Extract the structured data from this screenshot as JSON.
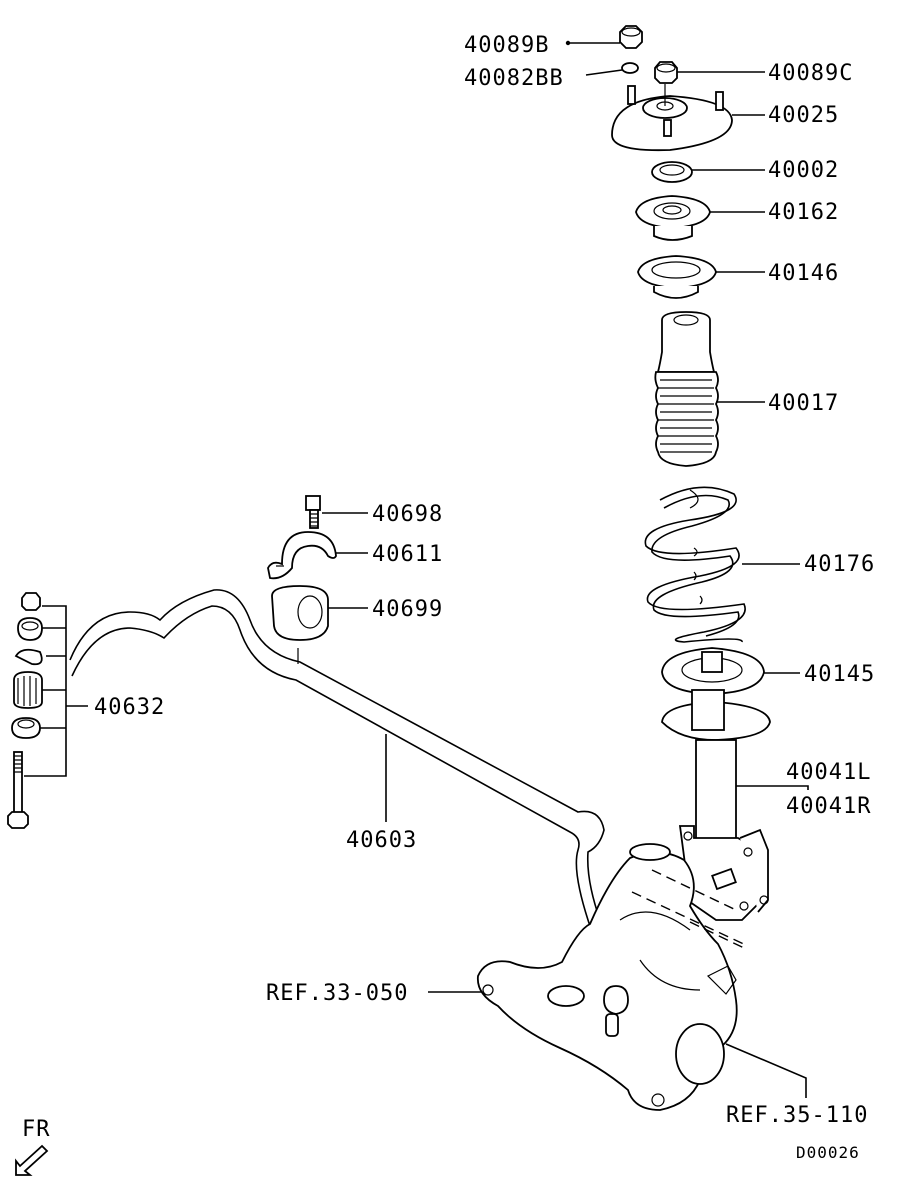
{
  "labels": {
    "p40089B": "40089B",
    "p40082BB": "40082BB",
    "p40089C": "40089C",
    "p40025": "40025",
    "p40002": "40002",
    "p40162": "40162",
    "p40146": "40146",
    "p40017": "40017",
    "p40698": "40698",
    "p40611": "40611",
    "p40699": "40699",
    "p40176": "40176",
    "p40632": "40632",
    "p40145": "40145",
    "p40041L": "40041L",
    "p40041R": "40041R",
    "p40603": "40603",
    "ref33": "REF.33-050",
    "ref35": "REF.35-110",
    "fr": "FR",
    "code": "D00026"
  }
}
